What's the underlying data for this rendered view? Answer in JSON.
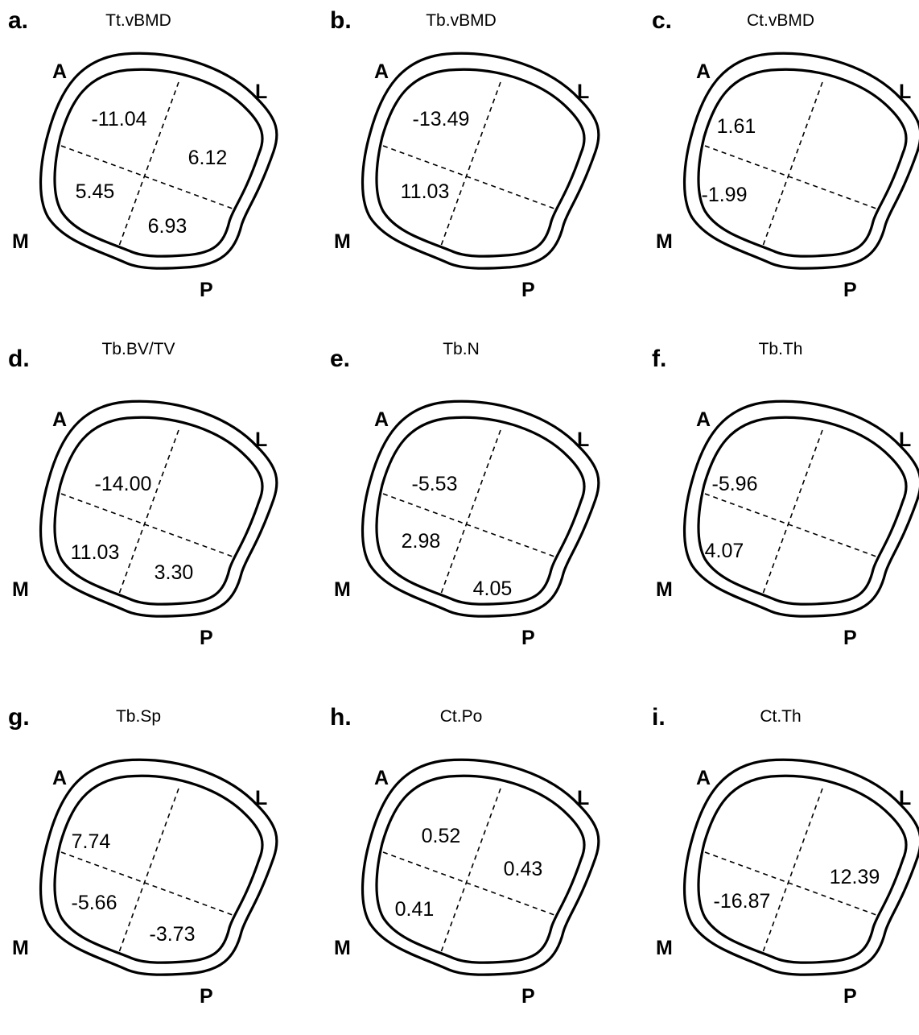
{
  "figure": {
    "orientation_labels": {
      "anterior": "A",
      "lateral": "L",
      "medial": "M",
      "posterior": "P"
    },
    "panels": [
      {
        "letter": "a.",
        "title": "Tt.vBMD",
        "values": {
          "anterior_medial": "-11.04",
          "anterior_lateral": "",
          "medial_posterior": "5.45",
          "posterior_lateral": "6.93",
          "lateral": "6.12"
        }
      },
      {
        "letter": "b.",
        "title": "Tb.vBMD",
        "values": {
          "anterior_medial": "-13.49",
          "anterior_lateral": "",
          "medial_posterior": "11.03",
          "posterior_lateral": "",
          "lateral": ""
        }
      },
      {
        "letter": "c.",
        "title": "Ct.vBMD",
        "values": {
          "anterior_medial": "1.61",
          "anterior_lateral": "",
          "medial_posterior": "-1.99",
          "posterior_lateral": "",
          "lateral": ""
        }
      },
      {
        "letter": "d.",
        "title": "Tb.BV/TV",
        "values": {
          "anterior_medial": "-14.00",
          "anterior_lateral": "",
          "medial_posterior": "11.03",
          "posterior_lateral": "3.30",
          "lateral": ""
        }
      },
      {
        "letter": "e.",
        "title": "Tb.N",
        "values": {
          "anterior_medial": "-5.53",
          "anterior_lateral": "",
          "medial_posterior": "2.98",
          "posterior_lateral": "4.05",
          "lateral": ""
        }
      },
      {
        "letter": "f.",
        "title": "Tb.Th",
        "values": {
          "anterior_medial": "-5.96",
          "anterior_lateral": "",
          "medial_posterior": "4.07",
          "posterior_lateral": "",
          "lateral": ""
        }
      },
      {
        "letter": "g.",
        "title": "Tb.Sp",
        "values": {
          "anterior_medial": "7.74",
          "anterior_lateral": "",
          "medial_posterior": "-5.66",
          "posterior_lateral": "-3.73",
          "lateral": ""
        }
      },
      {
        "letter": "h.",
        "title": "Ct.Po",
        "values": {
          "anterior_medial": "0.52",
          "anterior_lateral": "",
          "medial_posterior": "0.41",
          "posterior_lateral": "",
          "lateral": "0.43"
        }
      },
      {
        "letter": "i.",
        "title": "Ct.Th",
        "values": {
          "anterior_medial": "",
          "anterior_lateral": "",
          "medial_posterior": "-16.87",
          "posterior_lateral": "",
          "lateral": "12.39"
        }
      }
    ]
  }
}
